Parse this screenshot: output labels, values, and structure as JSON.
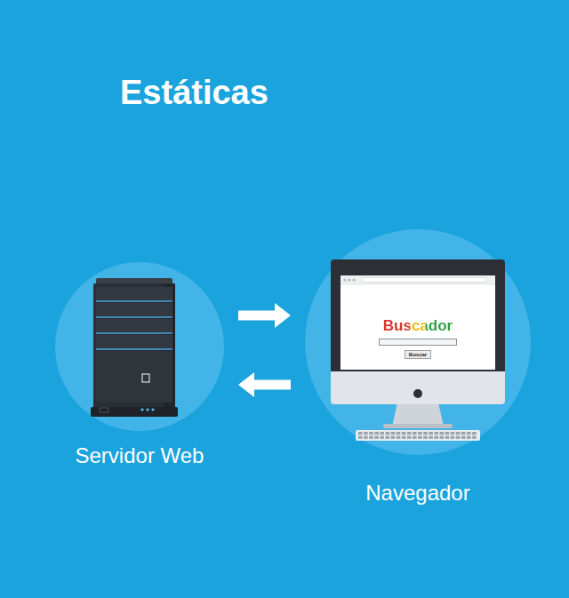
{
  "diagram": {
    "title": "Estáticas",
    "nodes": [
      {
        "text": [
          "Servidor Web"
        ]
      },
      {
        "text": [
          "Navegador"
        ]
      },
      {
        "text": [
          "Buscador",
          "Buscar"
        ],
        "in": 1
      }
    ],
    "edges": [
      {
        "from": 0,
        "to": 1,
        "arrow": "to"
      },
      {
        "from": 1,
        "to": 0,
        "arrow": "to"
      }
    ]
  }
}
